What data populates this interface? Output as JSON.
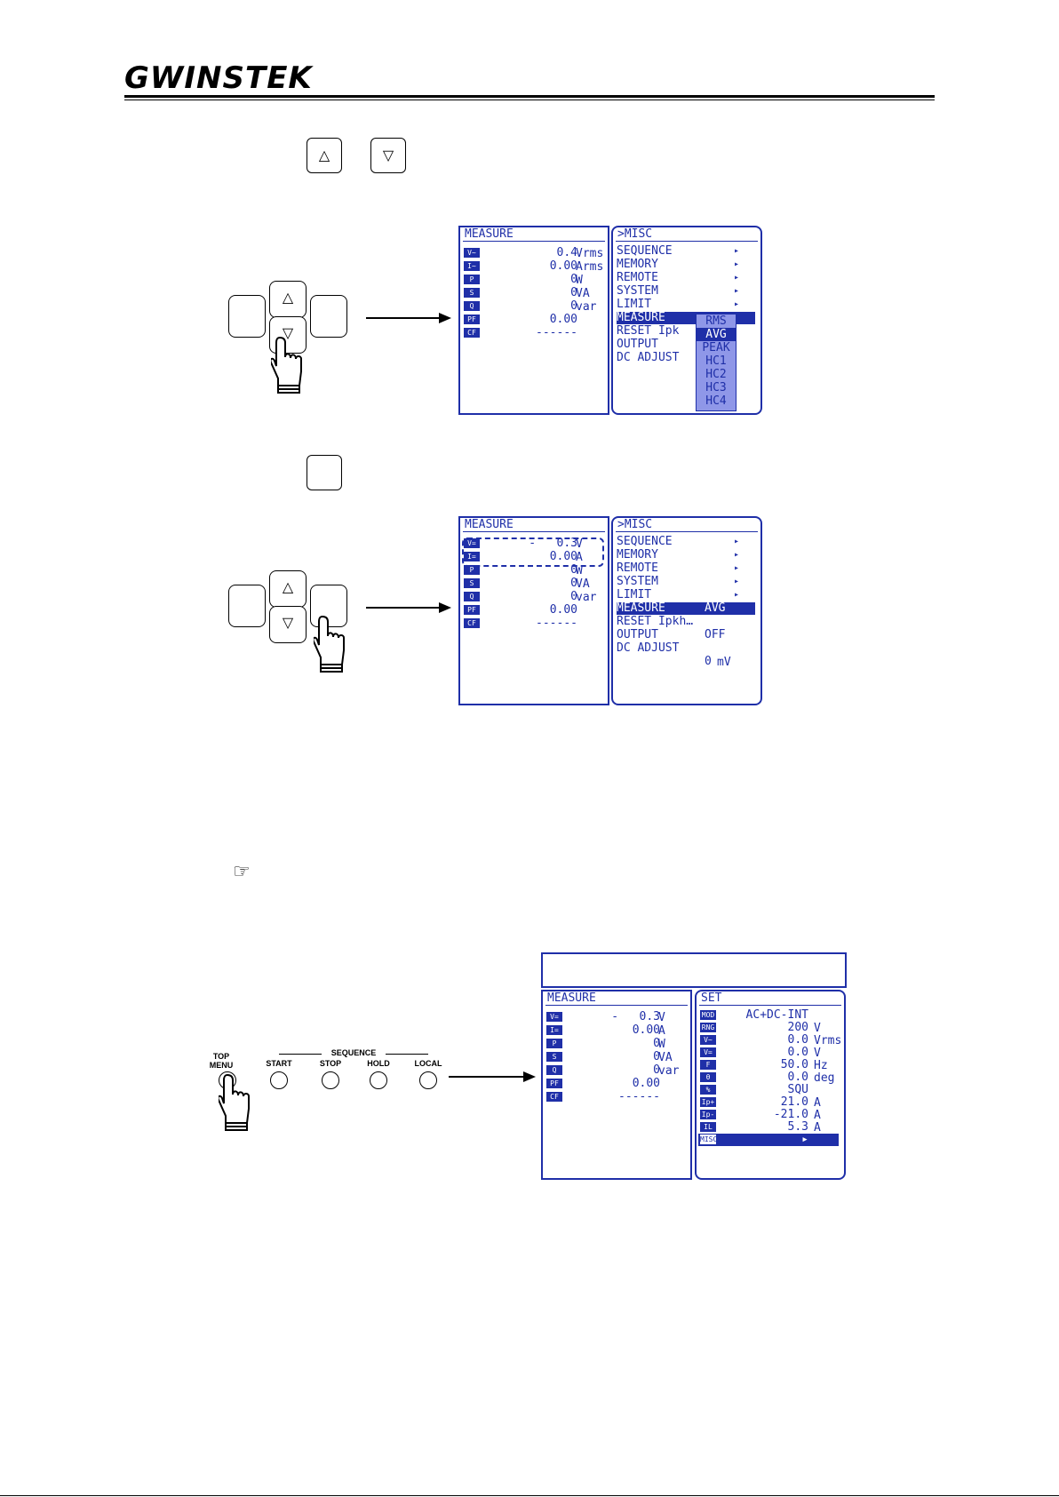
{
  "header": {
    "logo": "GWINSTEK"
  },
  "step1_keys": {
    "up": "△",
    "down": "▽"
  },
  "pad_symbols": {
    "up": "△",
    "down": "▽"
  },
  "panel1": {
    "measure_title": "MEASURE",
    "measure_rows": [
      {
        "tag": "V~",
        "value": "0.4",
        "unit": "Vrms"
      },
      {
        "tag": "I~",
        "value": "0.00",
        "unit": "Arms"
      },
      {
        "tag": "P",
        "value": "0",
        "unit": "W"
      },
      {
        "tag": "S",
        "value": "0",
        "unit": "VA"
      },
      {
        "tag": "Q",
        "value": "0",
        "unit": "var"
      },
      {
        "tag": "PF",
        "value": "0.00",
        "unit": ""
      },
      {
        "tag": "CF",
        "value": "------",
        "unit": ""
      }
    ],
    "misc_title": ">MISC",
    "misc_items": [
      "SEQUENCE",
      "MEMORY",
      "REMOTE",
      "SYSTEM",
      "LIMIT",
      "MEASURE",
      "RESET Ipk",
      "OUTPUT",
      "DC ADJUST"
    ],
    "misc_arrow": "▸",
    "submenu": [
      "RMS",
      "AVG",
      "PEAK",
      "HC1",
      "HC2",
      "HC3",
      "HC4"
    ]
  },
  "panel2": {
    "measure_title": "MEASURE",
    "measure_rows": [
      {
        "tag": "V=",
        "value": "-   0.3",
        "unit": "V"
      },
      {
        "tag": "I=",
        "value": "0.00",
        "unit": "A"
      },
      {
        "tag": "P",
        "value": "0",
        "unit": "W"
      },
      {
        "tag": "S",
        "value": "0",
        "unit": "VA"
      },
      {
        "tag": "Q",
        "value": "0",
        "unit": "var"
      },
      {
        "tag": "PF",
        "value": "0.00",
        "unit": ""
      },
      {
        "tag": "CF",
        "value": "------",
        "unit": ""
      }
    ],
    "misc_title": ">MISC",
    "misc_items": [
      "SEQUENCE",
      "MEMORY",
      "REMOTE",
      "SYSTEM",
      "LIMIT",
      "MEASURE",
      "RESET Ipkh…",
      "OUTPUT",
      "DC ADJUST"
    ],
    "misc_arrow": "▸",
    "measure_value": "AVG",
    "output_value": "OFF",
    "dc_adjust_value": "0",
    "dc_adjust_unit": "mV"
  },
  "reference_icon": "☞",
  "panel3": {
    "measure_title": "MEASURE",
    "measure_rows": [
      {
        "tag": "V=",
        "value": "-   0.3",
        "unit": "V"
      },
      {
        "tag": "I=",
        "value": "0.00",
        "unit": "A"
      },
      {
        "tag": "P",
        "value": "0",
        "unit": "W"
      },
      {
        "tag": "S",
        "value": "0",
        "unit": "VA"
      },
      {
        "tag": "Q",
        "value": "0",
        "unit": "var"
      },
      {
        "tag": "PF",
        "value": "0.00",
        "unit": ""
      },
      {
        "tag": "CF",
        "value": "------",
        "unit": ""
      }
    ],
    "set_title": "SET",
    "set_rows": [
      {
        "tag": "MOD",
        "value": "AC+DC-INT",
        "unit": ""
      },
      {
        "tag": "RNG",
        "value": "200",
        "unit": "V"
      },
      {
        "tag": "V~",
        "value": "0.0",
        "unit": "Vrms"
      },
      {
        "tag": "V=",
        "value": "0.0",
        "unit": "V"
      },
      {
        "tag": "F",
        "value": "50.0",
        "unit": "Hz"
      },
      {
        "tag": "θ",
        "value": "0.0",
        "unit": "deg"
      },
      {
        "tag": "%",
        "value": "SQU",
        "unit": ""
      },
      {
        "tag": "Ip+",
        "value": "21.0",
        "unit": "A"
      },
      {
        "tag": "Ip-",
        "value": "-21.0",
        "unit": "A"
      },
      {
        "tag": "IL",
        "value": "5.3",
        "unit": "A"
      },
      {
        "tag": "MISC",
        "value": "▸",
        "unit": ""
      }
    ]
  },
  "front_panel": {
    "top_menu": "TOP\nMENU",
    "sequence": "SEQUENCE",
    "start": "START",
    "stop": "STOP",
    "hold": "HOLD",
    "local": "LOCAL"
  },
  "colors": {
    "lcd_blue": "#1f2fa8",
    "submenu_fill": "#8f97e8"
  }
}
